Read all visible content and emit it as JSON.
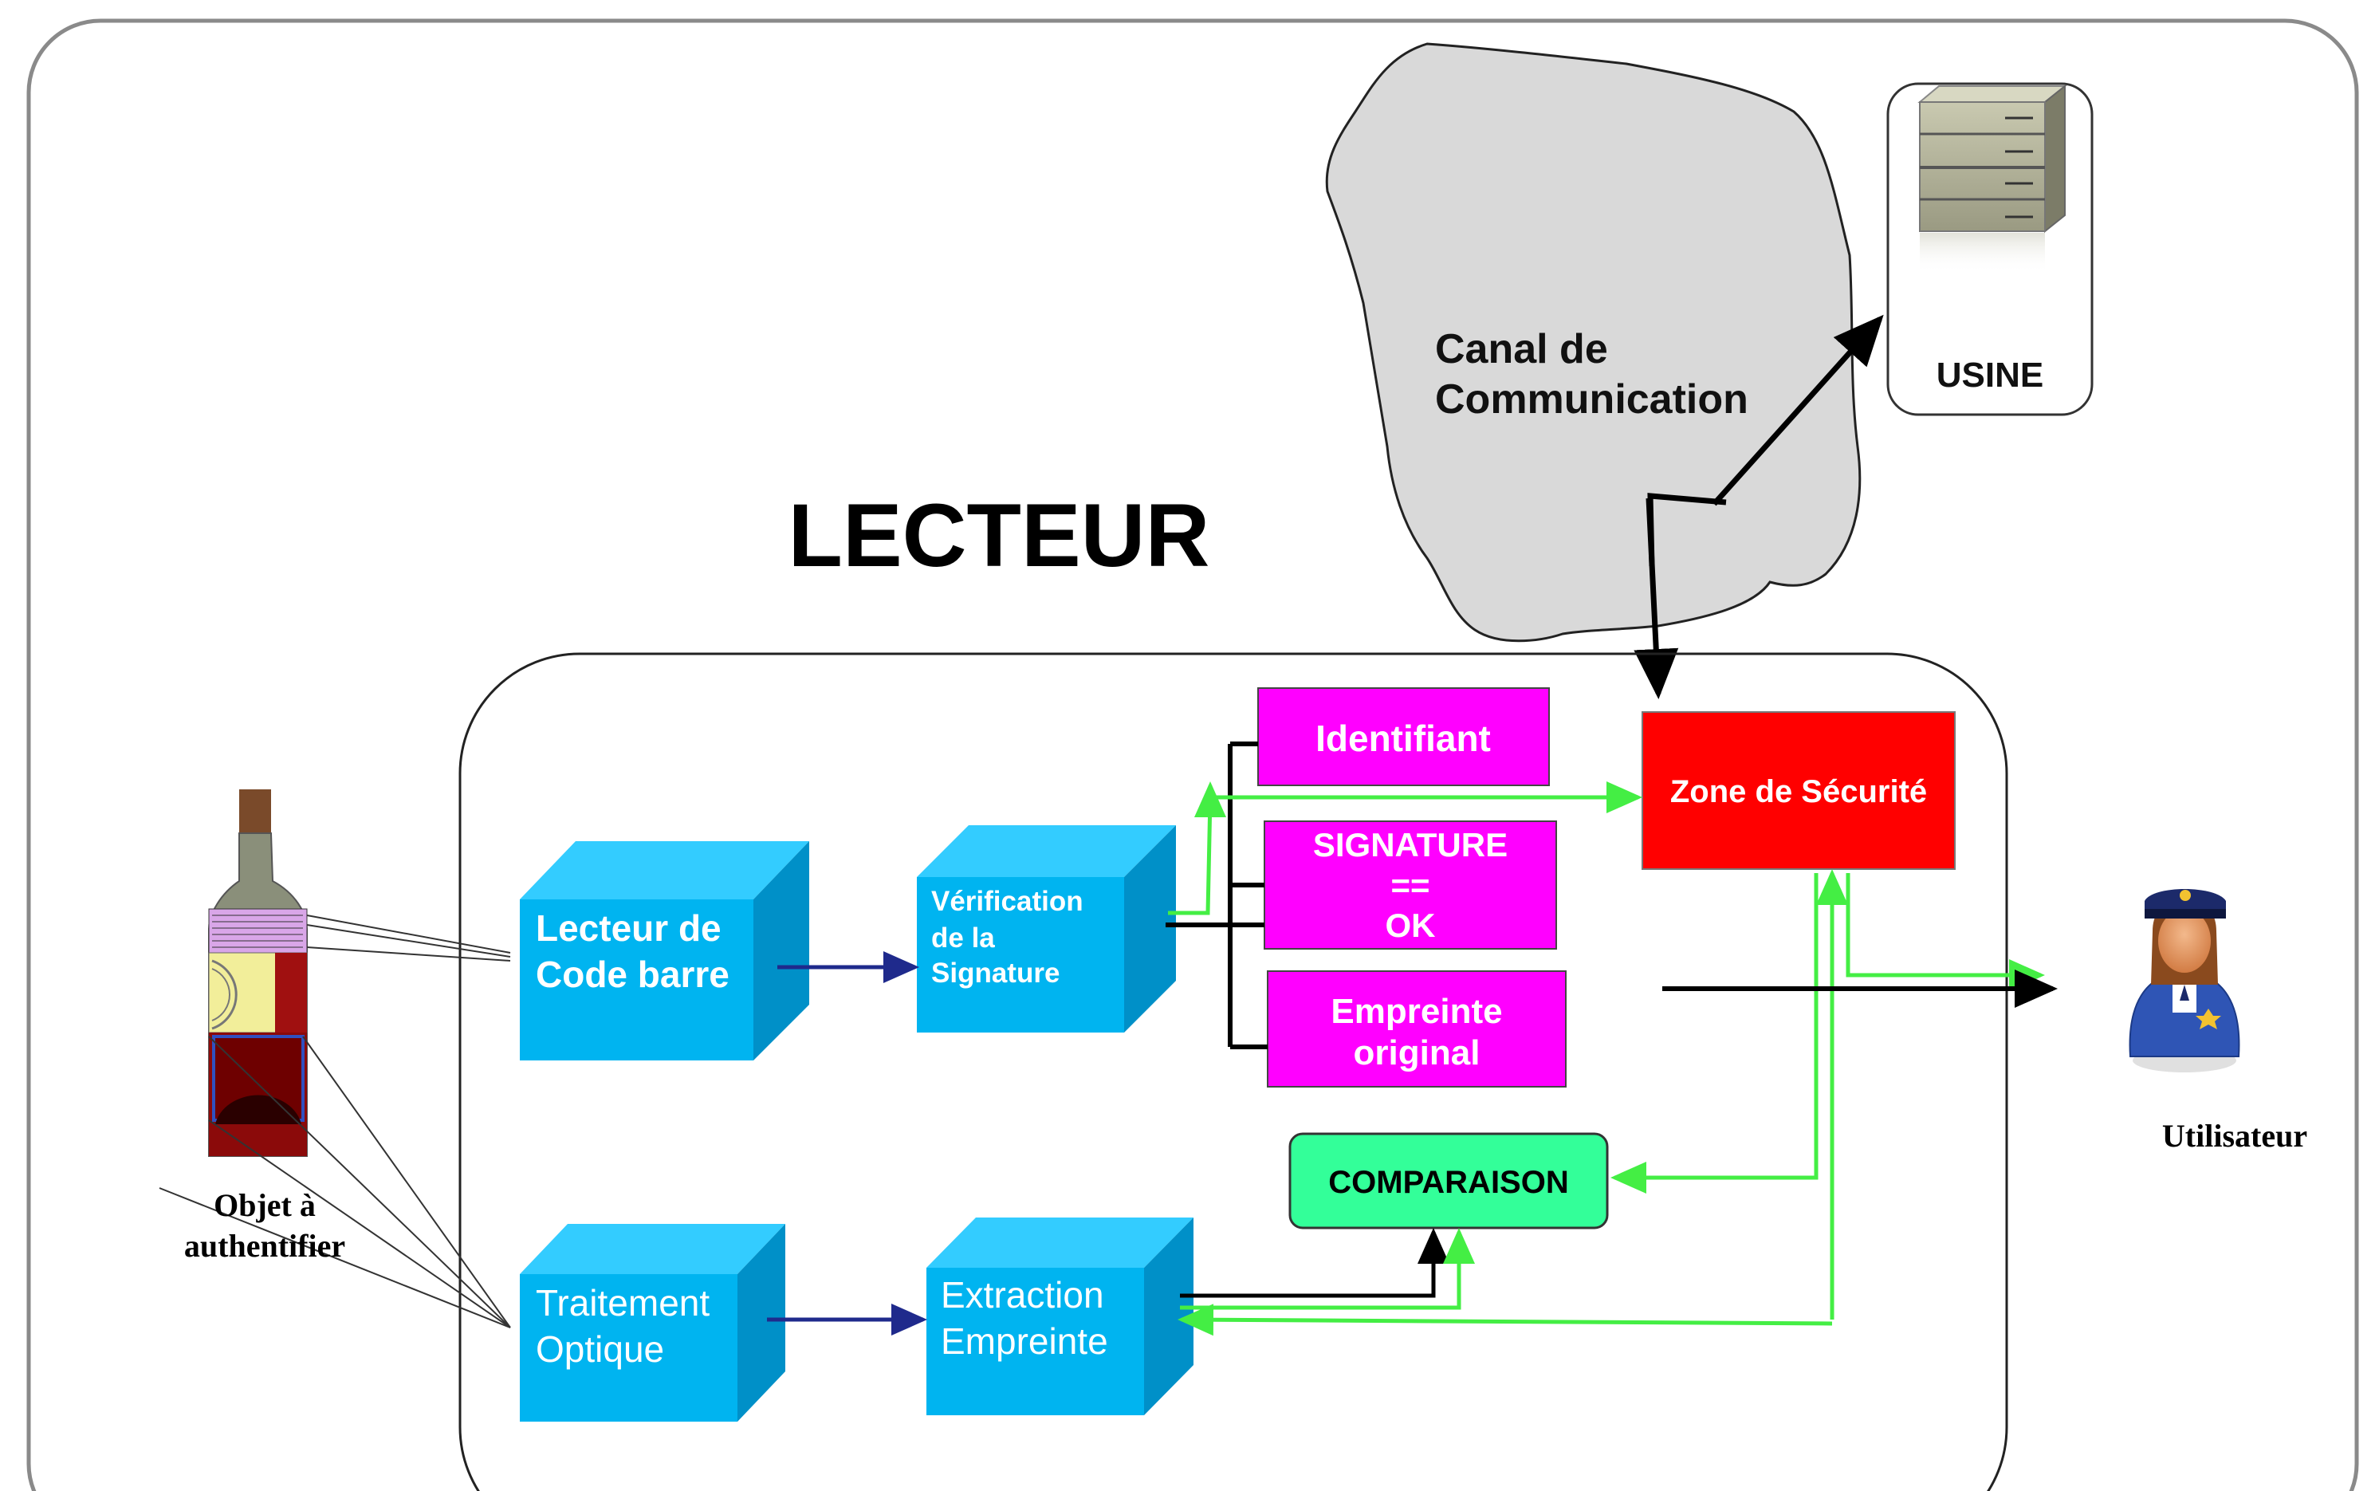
{
  "title": "LECTEUR",
  "cloud": {
    "line1": "Canal de",
    "line2": "Communication"
  },
  "server": {
    "label": "USINE"
  },
  "object": {
    "line1": "Objet à",
    "line2": "authentifier"
  },
  "user": {
    "label": "Utilisateur"
  },
  "blocks": {
    "barcode": {
      "line1": "Lecteur de",
      "line2": "Code barre"
    },
    "verification": {
      "line1": "Vérification",
      "line2": "de la",
      "line3": "Signature"
    },
    "optical": {
      "line1": "Traitement",
      "line2": "Optique"
    },
    "extraction": {
      "line1": "Extraction",
      "line2": "Empreinte"
    }
  },
  "boxes": {
    "identifiant": "Identifiant",
    "signature": {
      "line1": "SIGNATURE",
      "line2": "==",
      "line3": "OK"
    },
    "empreinte": {
      "line1": "Empreinte",
      "line2": "original"
    },
    "security": "Zone de Sécurité",
    "comparaison": "COMPARAISON"
  },
  "colors": {
    "cube_front": "#00B4F0",
    "cube_top": "#33CCFF",
    "cube_side": "#0090C8",
    "magenta": "#FF00FF",
    "security_red": "#FF0000",
    "comparaison_green": "#33FF99",
    "green_arrow": "#44EE44",
    "blue_arrow": "#1F2A8C",
    "cloud_fill": "#D9D9D9"
  }
}
